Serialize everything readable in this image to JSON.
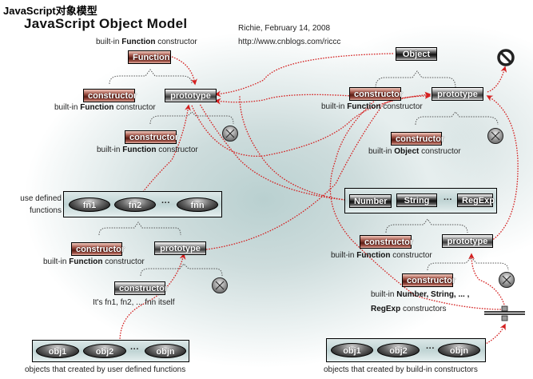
{
  "header": {
    "title_cn": "JavaScript对象模型",
    "title_en": "JavaScript Object Model",
    "author": "Richie, February 14, 2008",
    "url": "http://www.cnblogs.com/riccc"
  },
  "left": {
    "function_top_caption_pre": "built-in ",
    "function_top_caption_bold": "Function",
    "function_top_caption_post": " constructor",
    "function_box": "Function",
    "fn_constructor": "constructor",
    "fn_constructor_caption_pre": "built-in ",
    "fn_constructor_caption_bold": "Function",
    "fn_constructor_caption_post": " constructor",
    "fn_prototype": "prototype",
    "fnproto_constructor": "constructor",
    "fnproto_constructor_caption_pre": "built-in ",
    "fnproto_constructor_caption_bold": "Function",
    "fnproto_constructor_caption_post": " constructor",
    "userfn_label_1": "use defined",
    "userfn_label_2": "functions",
    "userfns": [
      "fn1",
      "fn2",
      "fnn"
    ],
    "ellipsis": "···",
    "ufn_constructor": "constructor",
    "ufn_constructor_caption_pre": "built-in ",
    "ufn_constructor_caption_bold": "Function",
    "ufn_constructor_caption_post": " constructor",
    "ufn_prototype": "prototype",
    "ufnproto_constructor": "constructor",
    "ufnproto_constructor_caption": "It's fn1, fn2, ... fnn itself",
    "objs": [
      "obj1",
      "obj2",
      "objn"
    ],
    "objs_caption": "objects that created by user defined functions"
  },
  "right": {
    "object_box": "Object",
    "obj_constructor": "constructor",
    "obj_constructor_caption_pre": "built-in ",
    "obj_constructor_caption_bold": "Function",
    "obj_constructor_caption_post": " constructor",
    "obj_prototype": "prototype",
    "objproto_constructor": "constructor",
    "objproto_constructor_caption_pre": "built-in ",
    "objproto_constructor_caption_bold": "Object",
    "objproto_constructor_caption_post": " constructor",
    "builtins": [
      "Number",
      "String",
      "RegExp"
    ],
    "ellipsis": "···",
    "bi_constructor": "constructor",
    "bi_constructor_caption_pre": "built-in ",
    "bi_constructor_caption_bold": "Function",
    "bi_constructor_caption_post": " constructor",
    "bi_prototype": "prototype",
    "biproto_constructor": "constructor",
    "biproto_constructor_caption_1_pre": "built-in ",
    "biproto_constructor_caption_1_bold": "Number, String, ... ,",
    "biproto_constructor_caption_2_bold": "RegExp",
    "biproto_constructor_caption_2_post": " constructors",
    "objs": [
      "obj1",
      "obj2",
      "objn"
    ],
    "objs_caption": "objects that created by build-in constructors"
  },
  "colors": {
    "arrow": "#d42020",
    "brace": "#555555"
  }
}
